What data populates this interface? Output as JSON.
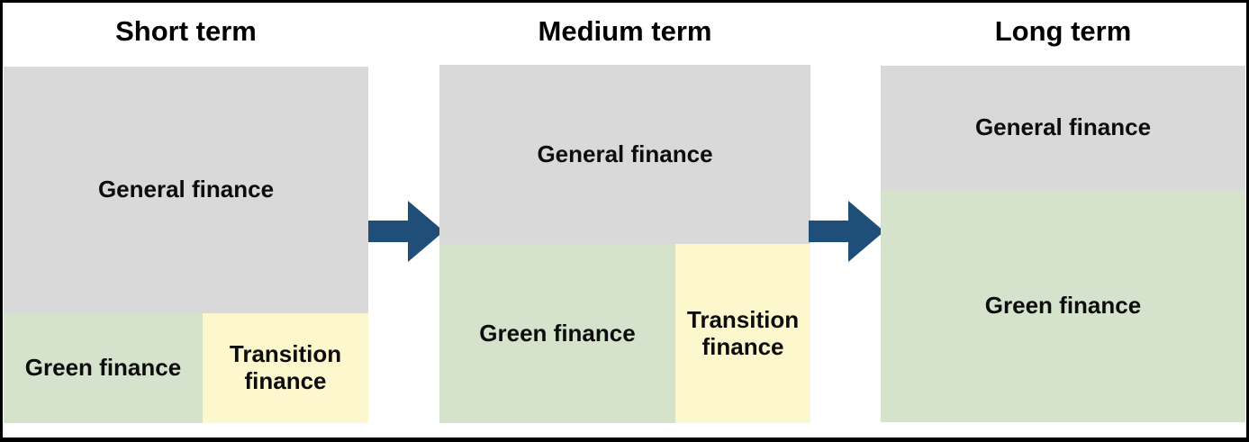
{
  "diagram": {
    "type": "flow-diagram",
    "columns": [
      {
        "title": "Short term",
        "general_label": "General finance",
        "green_label": "Green finance",
        "transition_label": "Transition finance"
      },
      {
        "title": "Medium term",
        "general_label": "General finance",
        "green_label": "Green finance",
        "transition_label": "Transition finance"
      },
      {
        "title": "Long term",
        "general_label": "General finance",
        "green_label": "Green finance"
      }
    ],
    "icons": {
      "between_columns": "right-arrow"
    },
    "colors": {
      "general_fill": "#D9D9D9",
      "green_fill": "#D5E3CC",
      "transition_fill": "#FDF7CE",
      "arrow_fill": "#1F4E79",
      "text": "#0D0D0D",
      "frame": "#000000",
      "background": "#FFFFFF"
    }
  }
}
